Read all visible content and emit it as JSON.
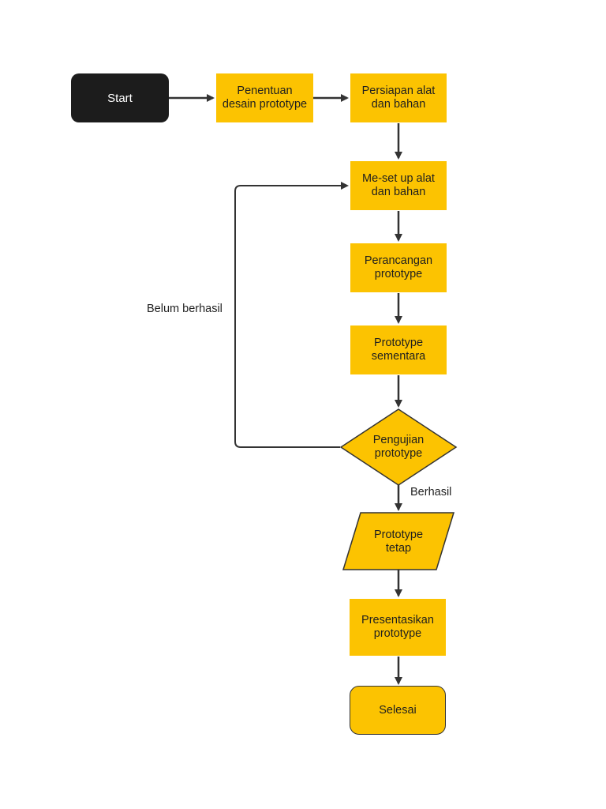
{
  "colors": {
    "accent": "#fcc301",
    "start_fill": "#1c1c1c",
    "connector": "#333333"
  },
  "nodes": {
    "start": "Start",
    "penentuan": [
      "Penentuan",
      "desain prototype"
    ],
    "persiapan": [
      "Persiapan alat",
      "dan bahan"
    ],
    "meset": [
      "Me-set up alat",
      "dan bahan"
    ],
    "perancangan": [
      "Perancangan",
      "prototype"
    ],
    "sementara": [
      "Prototype",
      "sementara"
    ],
    "pengujian": [
      "Pengujian",
      "prototype"
    ],
    "tetap": [
      "Prototype",
      "tetap"
    ],
    "presentasikan": [
      "Presentasikan",
      "prototype"
    ],
    "selesai": "Selesai"
  },
  "edges": {
    "loop_label": "Belum berhasil",
    "success_label": "Berhasil"
  }
}
